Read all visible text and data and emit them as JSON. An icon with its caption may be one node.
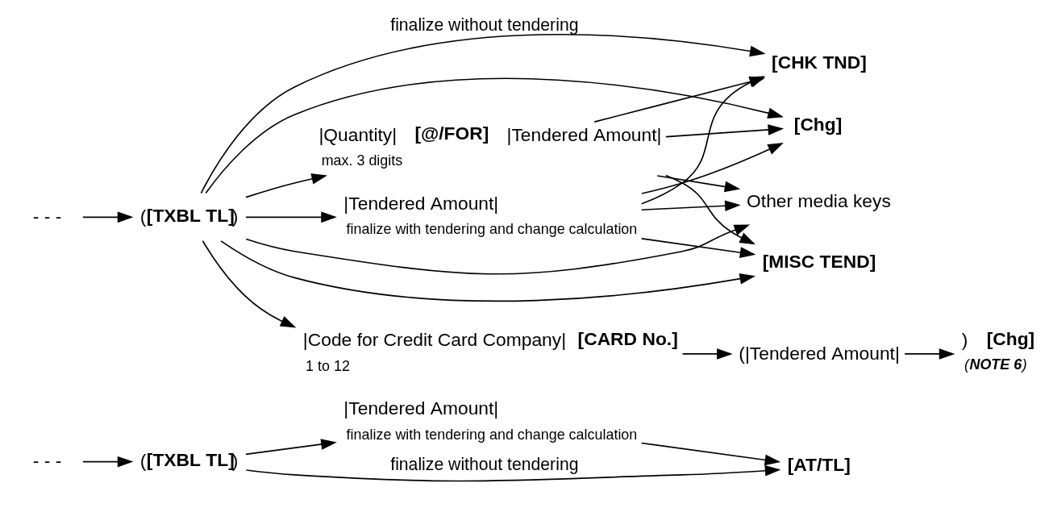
{
  "diagram": {
    "nodes": [
      {
        "text": [
          "- - -"
        ]
      },
      {
        "text": [
          "(**[TXBL TL]**)"
        ]
      },
      {
        "text": [
          "|Tendered Amount|"
        ],
        "beside": [
          "finalize with tendering and change calculation"
        ]
      },
      {
        "text": [
          "[AT/TL]"
        ]
      },
      {
        "text": [
          "- - -"
        ]
      },
      {
        "text": [
          "(**[TXBL TL]**)"
        ]
      },
      {
        "text": [
          "|Tendered Amount|"
        ],
        "beside": [
          "finalize with tendering and change calculation"
        ]
      },
      {
        "text": [
          "|Quantity| **[@/FOR]** |Tendered Amount|"
        ],
        "beside": [
          "max. 3 digits"
        ]
      },
      {
        "text": [
          "|Code for Credit Card Company| **[CARD No.]**"
        ],
        "beside": [
          "1 to 12"
        ]
      },
      {
        "text": [
          "[CHK TND]"
        ]
      },
      {
        "text": [
          "[Chg]"
        ]
      },
      {
        "text": [
          "[MISC TEND]"
        ]
      },
      {
        "text": [
          "Other media keys"
        ]
      },
      {
        "text": [
          "(|Tendered Amount|"
        ]
      },
      {
        "text": [
          ") **[Chg]**"
        ],
        "beside": [
          "(**NOTE 6**)"
        ]
      }
    ],
    "edges": [
      {
        "from": 0,
        "to": 1,
        "arrow": "to"
      },
      {
        "from": 1,
        "to": 3,
        "arrow": "to",
        "label": "finalize without tendering"
      },
      {
        "from": 1,
        "to": 2,
        "arrow": "to"
      },
      {
        "from": 2,
        "to": 3,
        "arrow": "to"
      },
      {
        "from": 4,
        "to": 5,
        "arrow": "to"
      },
      {
        "from": 5,
        "to": 9,
        "arrow": "to",
        "label": "finalize without tendering"
      },
      {
        "from": 5,
        "to": 10,
        "arrow": "to"
      },
      {
        "from": 5,
        "to": 11,
        "arrow": "to"
      },
      {
        "from": 5,
        "to": 12,
        "arrow": "to"
      },
      {
        "from": 5,
        "to": 6,
        "arrow": "to"
      },
      {
        "from": 5,
        "to": 7,
        "arrow": "to"
      },
      {
        "from": 5,
        "to": 8,
        "arrow": "to"
      },
      {
        "from": 6,
        "to": 9,
        "arrow": "to"
      },
      {
        "from": 6,
        "to": 10,
        "arrow": "to"
      },
      {
        "from": 6,
        "to": 11,
        "arrow": "to"
      },
      {
        "from": 6,
        "to": 12,
        "arrow": "to"
      },
      {
        "from": 7,
        "to": 9,
        "arrow": "to"
      },
      {
        "from": 7,
        "to": 10,
        "arrow": "to"
      },
      {
        "from": 7,
        "to": 11,
        "arrow": "to"
      },
      {
        "from": 7,
        "to": 12,
        "arrow": "to"
      },
      {
        "from": 8,
        "to": 13,
        "arrow": "to"
      },
      {
        "from": 13,
        "to": 14,
        "arrow": "to"
      }
    ]
  }
}
